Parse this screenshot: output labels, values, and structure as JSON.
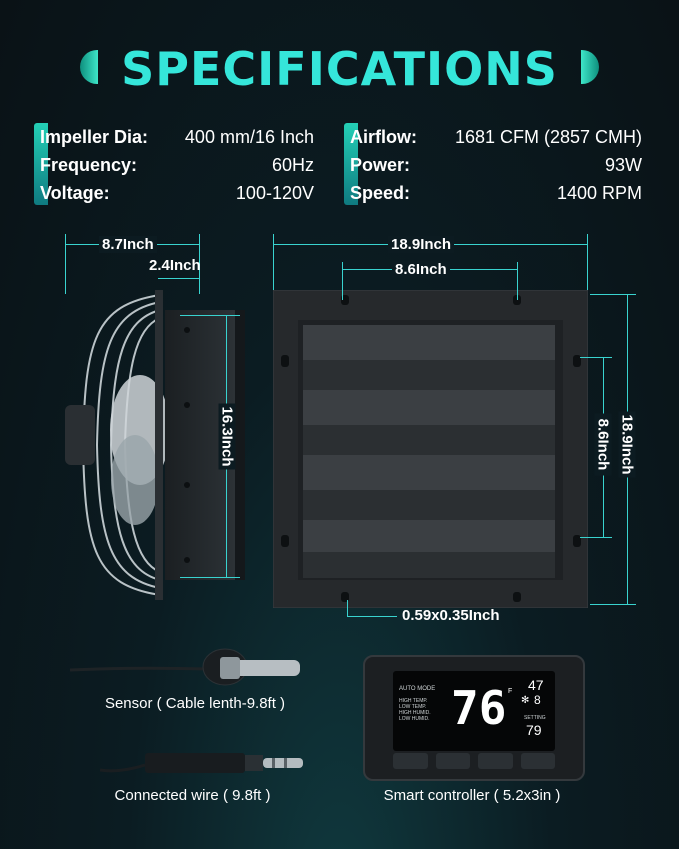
{
  "title": "SPECIFICATIONS",
  "specs_left": [
    {
      "label": "Impeller Dia:",
      "value": "400 mm/16 Inch"
    },
    {
      "label": "Frequency:",
      "value": "60Hz"
    },
    {
      "label": "Voltage:",
      "value": "100-120V"
    }
  ],
  "specs_right": [
    {
      "label": "Airflow:",
      "value": "1681 CFM (2857 CMH)"
    },
    {
      "label": "Power:",
      "value": "93W"
    },
    {
      "label": "Speed:",
      "value": "1400 RPM"
    }
  ],
  "dimensions": {
    "side_depth": "8.7Inch",
    "side_frame": "2.4Inch",
    "side_height": "16.3Inch",
    "front_width": "18.9Inch",
    "front_hole_spacing": "8.6Inch",
    "front_height": "18.9Inch",
    "front_inner_height": "8.6Inch",
    "slot_size": "0.59x0.35Inch"
  },
  "controller_display": {
    "mode": "AUTO MODE",
    "temp": "76",
    "temp_unit": "F",
    "humidity": "47",
    "fan_level": "8",
    "setting_label": "SETTING",
    "setting_value": "79",
    "options": [
      "HIGH TEMP.",
      "LOW TEMP.",
      "HIGH HUMID.",
      "LOW HUMID."
    ]
  },
  "captions": {
    "sensor": "Sensor ( Cable lenth-9.8ft )",
    "wire": "Connected wire ( 9.8ft )",
    "controller": "Smart controller ( 5.2x3in )"
  },
  "colors": {
    "accent": "#35e6da",
    "background": "#0b1c22"
  }
}
